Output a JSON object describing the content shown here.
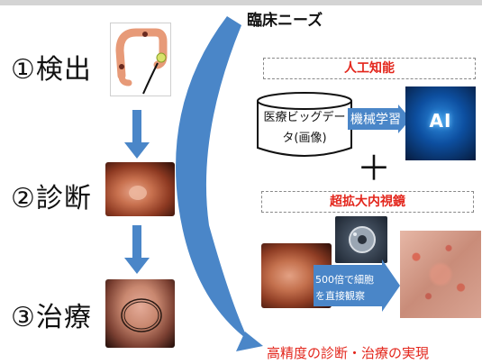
{
  "heading": "臨床ニーズ",
  "steps": [
    {
      "label": "①検出"
    },
    {
      "label": "②診断"
    },
    {
      "label": "③治療"
    }
  ],
  "ai_section": {
    "title": "人工知能",
    "database_label": "医療ビッグデータ(画像)",
    "learning_label": "機械学習",
    "ai_badge": "AI"
  },
  "plus_symbol": "＋",
  "endoscopy_section": {
    "title": "超拡大内視鏡",
    "zoom_caption_line1": "500倍で細胞",
    "zoom_caption_line2": "を直接観察"
  },
  "result": "高精度の診断・治療の実現",
  "colors": {
    "accent_red": "#e3261c",
    "arrow_blue": "#4a86c8"
  }
}
